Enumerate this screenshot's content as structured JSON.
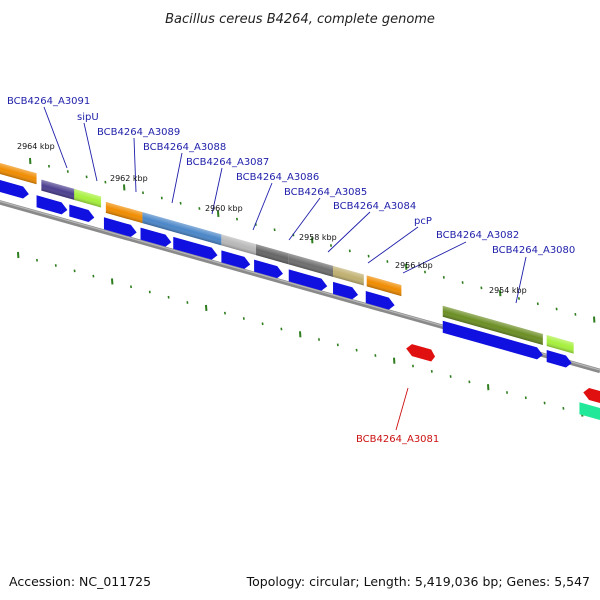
{
  "title": "Bacillus cereus B4264, complete genome",
  "footer": {
    "accession": "Accession: NC_011725",
    "summary": "Topology: circular; Length: 5,419,036 bp; Genes: 5,547"
  },
  "scale_labels": [
    "2964 kbp",
    "2962 kbp",
    "2960 kbp",
    "2958 kbp",
    "2956 kbp",
    "2954 kbp"
  ],
  "gene_labels": [
    {
      "text": "BCB4264_A3091",
      "color": "#1f1faa"
    },
    {
      "text": "sipU",
      "color": "#1f1faa"
    },
    {
      "text": "BCB4264_A3089",
      "color": "#1f1faa"
    },
    {
      "text": "BCB4264_A3088",
      "color": "#1f1faa"
    },
    {
      "text": "BCB4264_A3087",
      "color": "#1f1faa"
    },
    {
      "text": "BCB4264_A3086",
      "color": "#1f1faa"
    },
    {
      "text": "BCB4264_A3085",
      "color": "#1f1faa"
    },
    {
      "text": "BCB4264_A3084",
      "color": "#1f1faa"
    },
    {
      "text": "pcP",
      "color": "#1f1faa"
    },
    {
      "text": "BCB4264_A3082",
      "color": "#1f1faa"
    },
    {
      "text": "BCB4264_A3080",
      "color": "#1f1faa"
    },
    {
      "text": "BCB4264_A3081",
      "color": "#cc1111"
    }
  ],
  "colors": {
    "backbone": "#8a8a8a",
    "tick": "#2e7d1e",
    "cds": "#1010e0",
    "rev_gene": "#e01010",
    "leader": "#1f1faa",
    "leader_rev": "#cc1111"
  }
}
